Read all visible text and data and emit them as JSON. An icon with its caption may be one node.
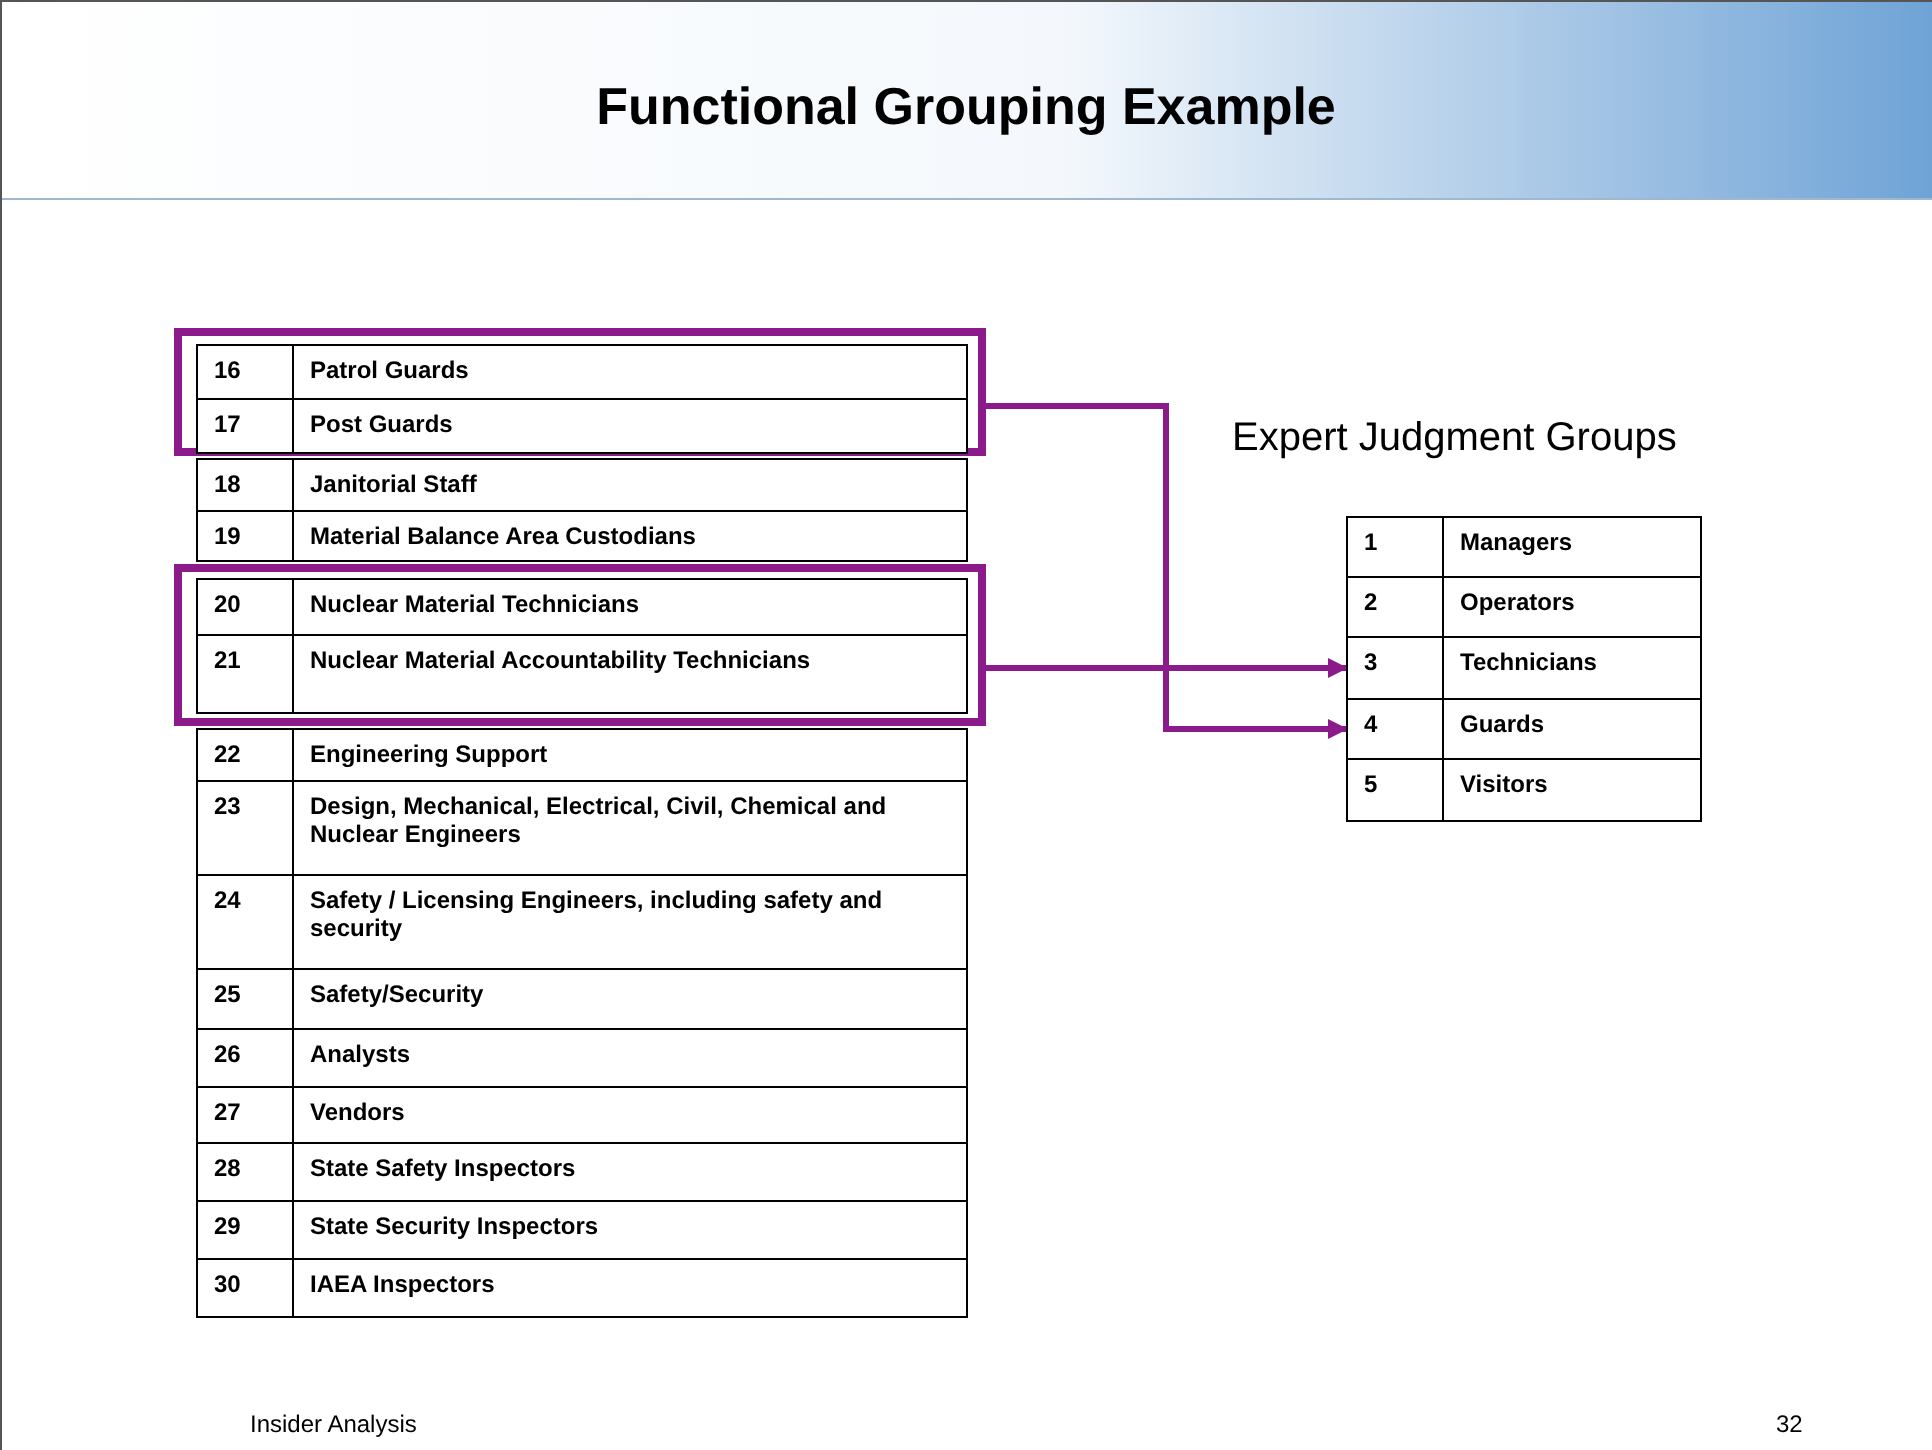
{
  "diagram": {
    "title": "Functional Grouping Example",
    "nodes": [
      {
        "text": [],
        "shape": "box"
      },
      {
        "text": [
          "16",
          "Patrol Guards"
        ],
        "in": 0
      },
      {
        "text": [
          "17",
          "Post Guards"
        ],
        "in": 0
      },
      {
        "text": [
          "18",
          "Janitorial Staff"
        ]
      },
      {
        "text": [
          "19",
          "Material Balance Area Custodians"
        ]
      },
      {
        "text": [],
        "shape": "box"
      },
      {
        "text": [
          "20",
          "Nuclear Material Technicians"
        ],
        "in": 5
      },
      {
        "text": [
          "21",
          "Nuclear Material Accountability Technicians"
        ],
        "in": 5
      },
      {
        "text": [
          "22",
          "Engineering Support"
        ]
      },
      {
        "text": [
          "23",
          "Design, Mechanical, Electrical, Civil, Chemical and Nuclear Engineers"
        ]
      },
      {
        "text": [
          "24",
          "Safety / Licensing Engineers, including safety and security"
        ]
      },
      {
        "text": [
          "25",
          "Safety/Security"
        ]
      },
      {
        "text": [
          "26",
          "Analysts"
        ]
      },
      {
        "text": [
          "27",
          "Vendors"
        ]
      },
      {
        "text": [
          "28",
          "State Safety Inspectors"
        ]
      },
      {
        "text": [
          "29",
          "State Security Inspectors"
        ]
      },
      {
        "text": [
          "30",
          "IAEA Inspectors"
        ]
      },
      {
        "text": [
          "1",
          "Managers"
        ]
      },
      {
        "text": [
          "2",
          "Operators"
        ]
      },
      {
        "text": [
          "3",
          "Technicians"
        ]
      },
      {
        "text": [
          "4",
          "Guards"
        ]
      },
      {
        "text": [
          "5",
          "Visitors"
        ]
      }
    ],
    "edges": [
      {
        "from": 0,
        "to": 20,
        "arrow": "to"
      },
      {
        "from": 5,
        "to": 19,
        "arrow": "to"
      }
    ],
    "labels": [
      "Expert Judgment Groups",
      "Insider Analysis",
      "32"
    ]
  }
}
